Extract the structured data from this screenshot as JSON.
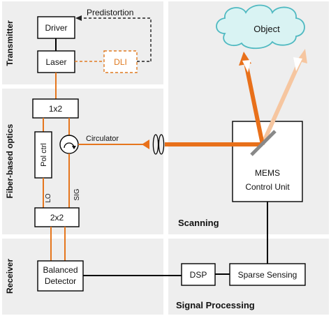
{
  "sections": {
    "transmitter": "Transmitter",
    "fiber_optics": "Fiber-based optics",
    "receiver": "Receiver",
    "scanning": "Scanning",
    "signal_processing": "Signal Processing"
  },
  "blocks": {
    "driver": "Driver",
    "laser": "Laser",
    "dli": "DLI",
    "splitter_1x2": "1x2",
    "pol_ctrl": "Pol ctrl",
    "circulator": "Circulator",
    "coupler_2x2": "2x2",
    "balanced_detector_line1": "Balanced",
    "balanced_detector_line2": "Detector",
    "dsp": "DSP",
    "sparse_sensing": "Sparse Sensing",
    "mems_line1": "MEMS",
    "mems_line2": "Control Unit",
    "object": "Object"
  },
  "labels": {
    "predistortion": "Predistortion",
    "lo": "LO",
    "sig": "SIG"
  },
  "colors": {
    "fiber": "#e5761d",
    "beam": "#e8701a",
    "beam_light": "#f6c6a0",
    "dli": "#e07a20",
    "cloud_fill": "#d9f3f3",
    "cloud_stroke": "#4fb9c1",
    "panel": "#eeeeee"
  }
}
